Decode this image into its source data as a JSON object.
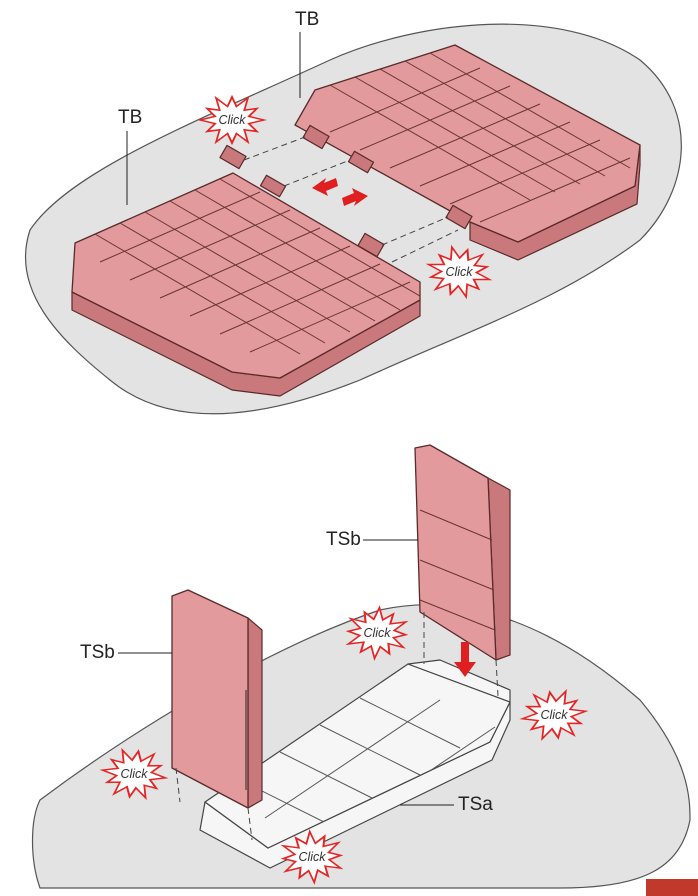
{
  "labels": {
    "tb_left": "TB",
    "tb_top": "TB",
    "tsb_right": "TSb",
    "tsb_left": "TSb",
    "tsa": "TSa"
  },
  "clicks": [
    {
      "id": "top-left",
      "text": "Click"
    },
    {
      "id": "top-right",
      "text": "Click"
    },
    {
      "id": "bottom-middle",
      "text": "Click"
    },
    {
      "id": "bottom-right",
      "text": "Click"
    },
    {
      "id": "bottom-left",
      "text": "Click"
    },
    {
      "id": "bottom-front",
      "text": "Click"
    }
  ],
  "icons": {
    "push_arrows": "double-arrow-icon",
    "down_arrow": "arrow-down-icon",
    "burst": "click-burst-icon"
  },
  "colors": {
    "part_fill": "#e29a9c",
    "part_stroke": "#5a2a2a",
    "ground": "#e3e3e3",
    "accent_red": "#e52525",
    "corner_tab": "#c0392b"
  }
}
